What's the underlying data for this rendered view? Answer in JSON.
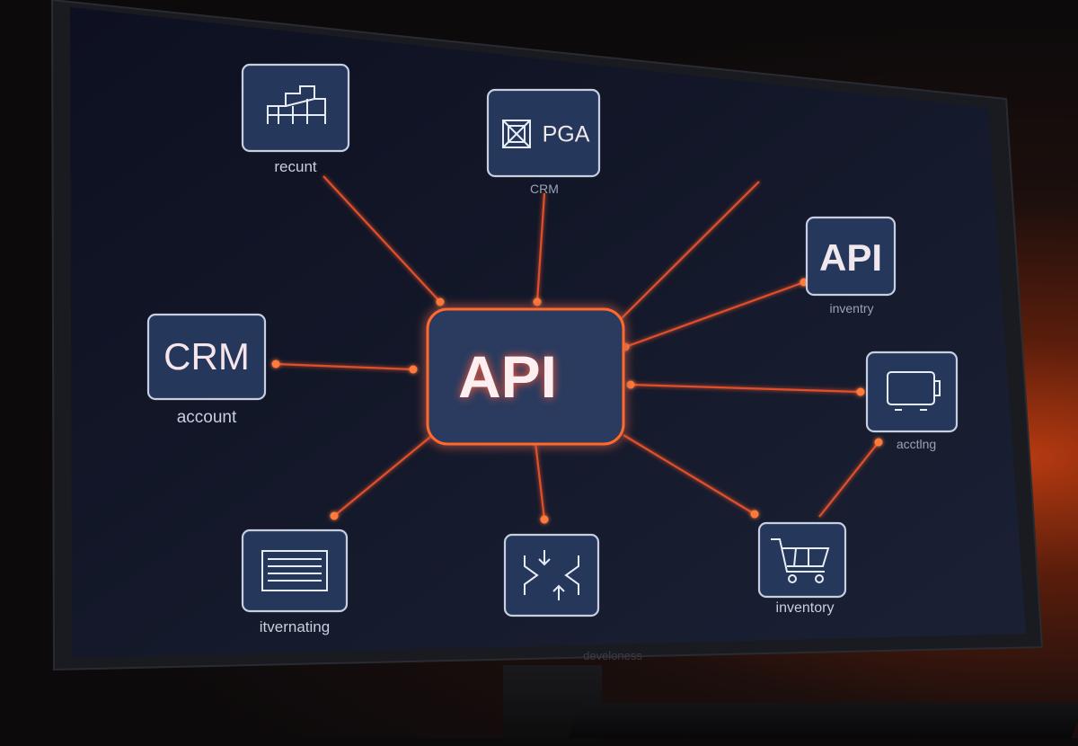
{
  "hub": {
    "label": "API"
  },
  "nodes": {
    "recruit": {
      "label": "recunt",
      "icon": "buildings-icon"
    },
    "pga": {
      "box_text": "PGA",
      "label": "CRM",
      "icon": "crossed-box-icon"
    },
    "api_inventory": {
      "box_text": "API",
      "label": "inventry"
    },
    "crm_account": {
      "box_text": "CRM",
      "label": "account"
    },
    "accounting": {
      "label": "acctlng",
      "icon": "monitor-icon"
    },
    "marketing": {
      "label": "itvernating",
      "icon": "document-lines-icon"
    },
    "exchange": {
      "icon": "exchange-arrows-icon"
    },
    "shop_inventory": {
      "label": "inventory",
      "icon": "shopping-cart-icon"
    }
  },
  "bezel": {
    "brand": "develoness"
  },
  "colors": {
    "screen_bg": "#121626",
    "node_fill": "#25375a",
    "node_stroke": "#c7cee0",
    "connector": "#e0502a",
    "hub_glow": "#ff6a2a"
  }
}
